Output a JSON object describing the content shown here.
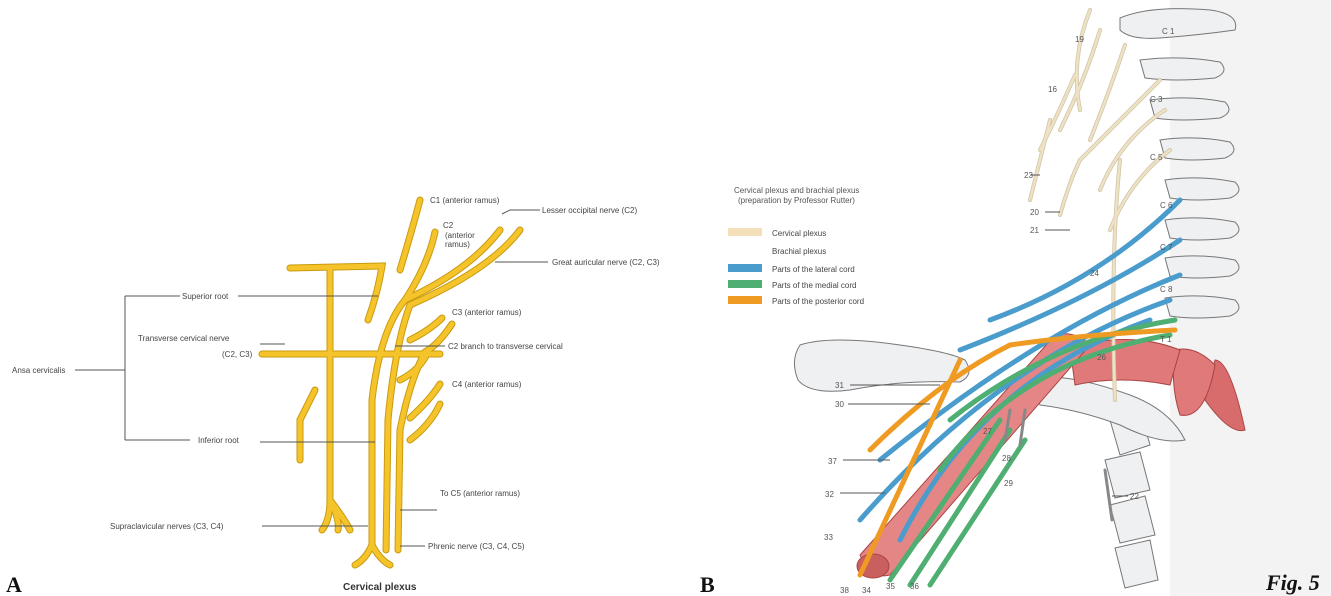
{
  "panel_a": {
    "letter": "A",
    "caption": "Cervical plexus",
    "labels": {
      "c1": "C1 (anterior ramus)",
      "c2": "C2",
      "c2_sub1": "(anterior",
      "c2_sub2": "ramus)",
      "lesser_occipital": "Lesser occipital nerve (C2)",
      "great_auricular": "Great auricular nerve (C2, C3)",
      "superior_root": "Superior root",
      "c3": "C3 (anterior ramus)",
      "transverse_1": "Transverse cervical nerve",
      "transverse_2": "(C2, C3)",
      "c2_branch": "C2 branch to transverse cervical",
      "ansa": "Ansa cervicalis",
      "c4": "C4 (anterior ramus)",
      "inferior_root": "Inferior root",
      "to_c5": "To C5 (anterior ramus)",
      "supraclavicular": "Supraclavicular nerves (C3, C4)",
      "phrenic": "Phrenic nerve (C3, C4, C5)"
    }
  },
  "panel_b": {
    "letter": "B",
    "legend": {
      "title_1": "Cervical plexus and brachial plexus",
      "title_2": "(preparation by Professor Rutter)",
      "items": [
        {
          "label": "Cervical plexus",
          "color": "#f3dfb8"
        },
        {
          "label": "Brachial plexus",
          "color": ""
        },
        {
          "label": "Parts of the lateral cord",
          "color": "#4a9ccc"
        },
        {
          "label": "Parts of the medial cord",
          "color": "#4fae72"
        },
        {
          "label": "Parts of the posterior cord",
          "color": "#ef9a22"
        }
      ]
    },
    "vertebrae": [
      "C 1",
      "C 3",
      "C 5",
      "C 6",
      "C 7",
      "C 8",
      "T 1"
    ],
    "numbers": [
      "19",
      "16",
      "23",
      "20",
      "21",
      "24",
      "26",
      "31",
      "30",
      "27",
      "28",
      "29",
      "37",
      "32",
      "22",
      "33",
      "38",
      "34",
      "35",
      "36"
    ]
  },
  "figure_label": "Fig. 5",
  "colors": {
    "nerve_yellow": "#f5c42a",
    "nerve_outline": "#c99a10",
    "artery": "#e07a7a",
    "bone": "#eef0f2",
    "cervical_plexus": "#efe2c4"
  }
}
